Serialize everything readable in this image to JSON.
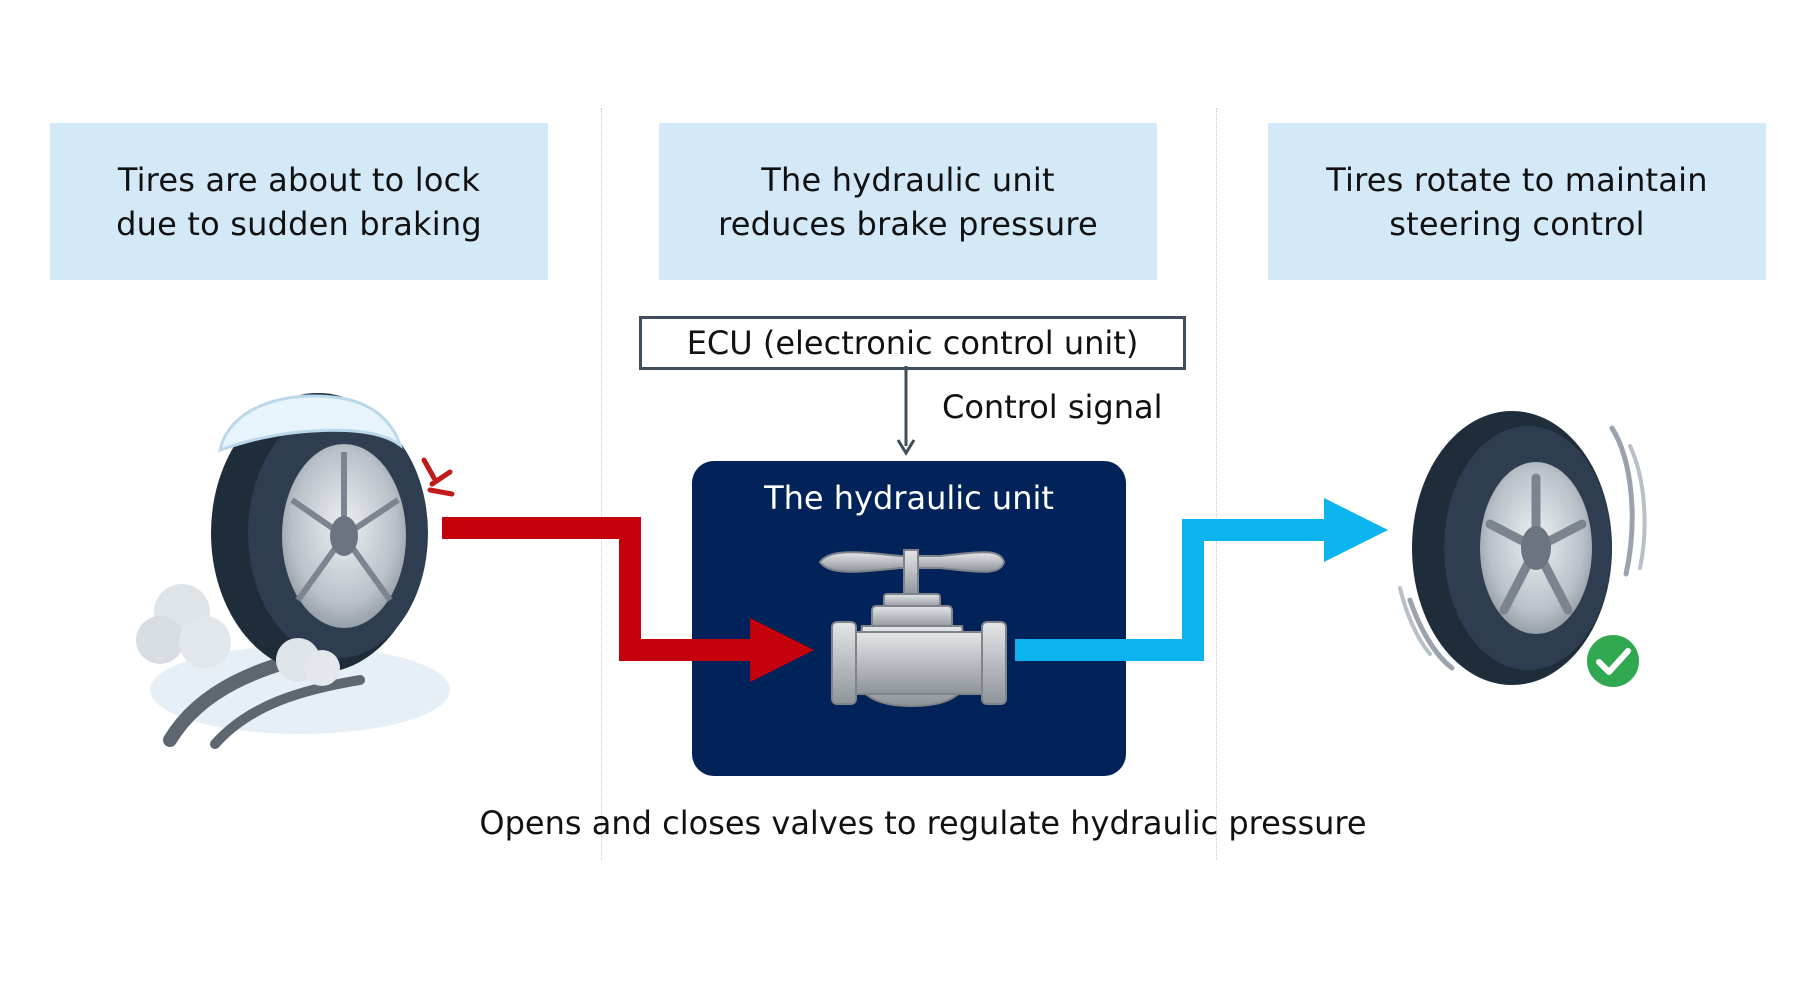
{
  "steps": [
    {
      "text": "Tires are about to lock\ndue to sudden braking"
    },
    {
      "text": "The hydraulic unit\nreduces brake pressure"
    },
    {
      "text": "Tires rotate to maintain\nsteering control"
    }
  ],
  "ecu": {
    "label": "ECU (electronic control unit)"
  },
  "signal": {
    "label": "Control signal"
  },
  "hydraulic_unit": {
    "title": "The hydraulic unit"
  },
  "caption": "Opens and closes valves to regulate hydraulic pressure",
  "colors": {
    "step_box": "#d3e9f7",
    "hydraulic_unit": "#02225a",
    "brake_arrow": "#c4000b",
    "release_arrow": "#0bb4ef",
    "check_badge": "#2fa84f"
  },
  "icons": [
    "locking-tire-icon",
    "valve-icon",
    "rotating-tire-icon",
    "check-icon"
  ]
}
